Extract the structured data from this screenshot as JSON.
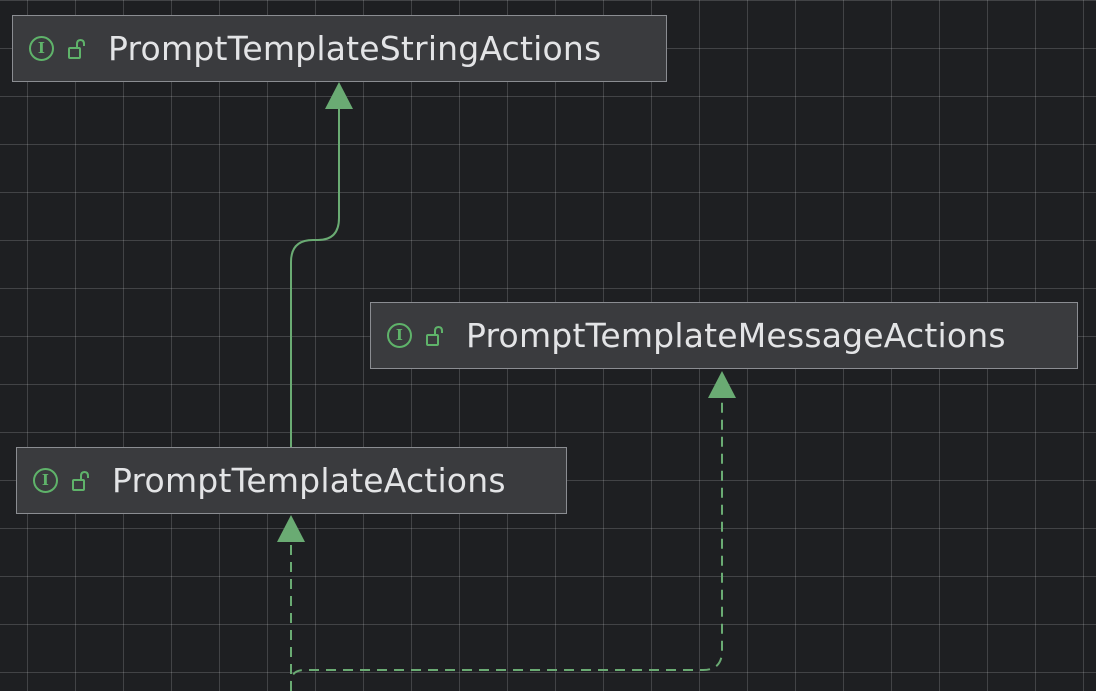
{
  "diagram": {
    "nodes": [
      {
        "id": "string",
        "label": "PromptTemplateStringActions",
        "kind_icon": "interface-icon",
        "visibility_icon": "unlocked-icon"
      },
      {
        "id": "message",
        "label": "PromptTemplateMessageActions",
        "kind_icon": "interface-icon",
        "visibility_icon": "unlocked-icon"
      },
      {
        "id": "actions",
        "label": "PromptTemplateActions",
        "kind_icon": "interface-icon",
        "visibility_icon": "unlocked-icon"
      }
    ],
    "edges": [
      {
        "from": "actions",
        "to": "string",
        "style": "solid"
      },
      {
        "from": "offscreen",
        "to": "actions",
        "style": "dashed"
      },
      {
        "from": "offscreen",
        "to": "message",
        "style": "dashed"
      }
    ],
    "interface_glyph": "I"
  },
  "colors": {
    "background": "#1e1f22",
    "grid": "#3b3c40",
    "node_fill": "#3a3b3e",
    "node_border": "#8b8d92",
    "text": "#e3e4e6",
    "edge": "#6aab73",
    "icon_green": "#5fb36a"
  }
}
